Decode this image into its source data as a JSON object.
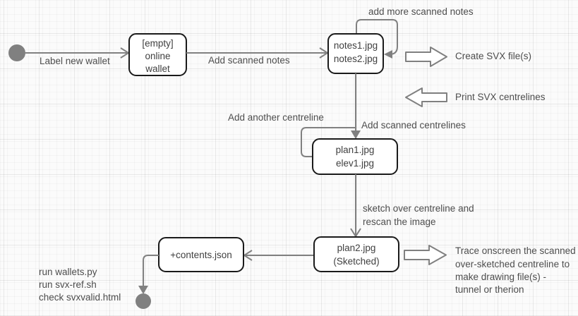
{
  "nodes": {
    "start": {
      "type": "initial-state"
    },
    "wallet": {
      "lines": [
        "[empty]",
        "online",
        "wallet"
      ]
    },
    "notes": {
      "lines": [
        "notes1.jpg",
        "notes2.jpg"
      ]
    },
    "plan1": {
      "lines": [
        "plan1.jpg",
        "elev1.jpg"
      ]
    },
    "plan2": {
      "lines": [
        "plan2.jpg",
        "(Sketched)"
      ]
    },
    "contents": {
      "lines": [
        "+contents.json"
      ]
    },
    "end": {
      "type": "final-state"
    }
  },
  "edge_labels": {
    "label_new_wallet": "Label new wallet",
    "add_scanned_notes": "Add scanned notes",
    "add_more_scanned_notes": "add more scanned notes",
    "add_scanned_centrelines": "Add scanned centrelines",
    "add_another_centreline": "Add another centreline",
    "sketch_over": [
      "sketch over centreline and",
      "rescan the image"
    ]
  },
  "annotations": {
    "create_svx": "Create SVX file(s)",
    "print_svx": "Print SVX centrelines",
    "trace": [
      "Trace onscreen the scanned",
      "over-sketched centreline to",
      "make drawing file(s) -",
      "tunnel or therion"
    ],
    "run_steps": [
      "run wallets.py",
      "run svx-ref.sh",
      "check svxvalid.html"
    ]
  },
  "colors": {
    "background": "#fbfbfb",
    "node_fill": "#ffffff",
    "node_stroke": "#1a1a1a",
    "edge": "#808080",
    "terminal_fill": "#808080",
    "text": "#4d4d4d"
  }
}
